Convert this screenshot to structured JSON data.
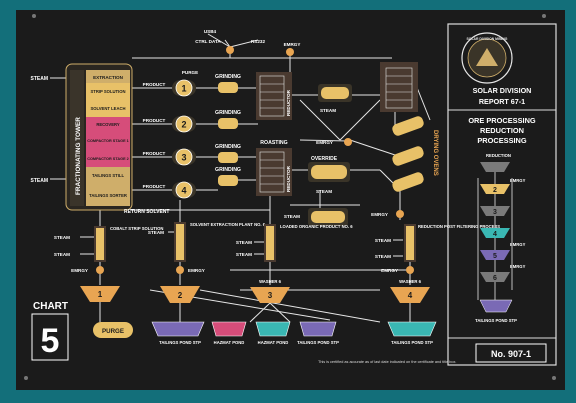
{
  "top_labels": {
    "usb": "USB4",
    "ctrl": "CTRL DATA",
    "rs": "RS232",
    "emrgy": "EMRGY"
  },
  "tower": {
    "title": "FRACTIONATING TOWER",
    "sections": [
      "EXTRACTION",
      "STRIP SOLUTION",
      "SOLVENT LEACH",
      "RECOVERY",
      "COMPACTOR STAGE 1",
      "COMPACTOR STAGE 2",
      "TAILINGS STILL",
      "TAILINGS SORTER"
    ],
    "steam_top": "STEAM",
    "steam_bottom": "STEAM",
    "return_solvent": "RETURN SOLVENT"
  },
  "products": [
    "PRODUCT",
    "PRODUCT",
    "PRODUCT",
    "PRODUCT"
  ],
  "purge_top": "PURGE",
  "stage_numbers": [
    "1",
    "2",
    "3",
    "4"
  ],
  "grinding": [
    "GRINDING",
    "GRINDING",
    "GRINDING",
    "GRINDING"
  ],
  "reductor_1": "REDUCTOR",
  "reductor_2": "REDUCTOR",
  "roasting": "ROASTING",
  "override": "OVERRIDE",
  "steam_mid": [
    "STEAM",
    "STEAM",
    "STEAM"
  ],
  "emrgy_mid": [
    "EMRGY",
    "EMRGY"
  ],
  "drying_ovens": "DRYING OVENS",
  "lower_units": [
    {
      "title": "COBALT STRIP SOLUTION",
      "number": "1"
    },
    {
      "title": "SOLVENT EXTRACTION PLANT NO. 6",
      "number": "2"
    },
    {
      "title": "LOADED ORGANIC PRODUCT NO. 6",
      "number": "3"
    },
    {
      "title": "REDUCTION POST FILTERING PROCESS",
      "number": "4"
    }
  ],
  "lower_steam": "STEAM",
  "lower_emrgy": "EMRGY",
  "washer_a": "WASHER 6",
  "washer_b": "WASHER 6",
  "purge_bottom": "PURGE",
  "ponds": [
    "TAILINGS POND STP",
    "HAZMAT POND",
    "HAZMAT POND",
    "TAILINGS POND STP",
    "TAILINGS POND STP"
  ],
  "chart_label": "CHART",
  "chart_number": "5",
  "footer_note": "This is certified as accurate as of last date indicated on the certificate and title box.",
  "doc_number": "No. 907-1",
  "right_panel": {
    "seal_top": "SOLAR DIVISION MINING",
    "title_line1": "SOLAR DIVISION",
    "title_line2": "REPORT 67-1",
    "section_title_1": "ORE PROCESSING",
    "section_title_2": "REDUCTION",
    "section_title_3": "PROCESSING",
    "reduction": "REDUCTION",
    "emrgy": "EMRGY",
    "steps": [
      "1",
      "2",
      "3",
      "4",
      "5",
      "6"
    ],
    "bottom": "TAILINGS POND STP"
  },
  "colors": {
    "board": "#1a1a1a",
    "line": "#e8e8e8",
    "tan": "#cfae6a",
    "orange": "#e8a552",
    "pink": "#d64d7a",
    "cyan": "#3ab7b3",
    "purple": "#7a6ab5"
  }
}
